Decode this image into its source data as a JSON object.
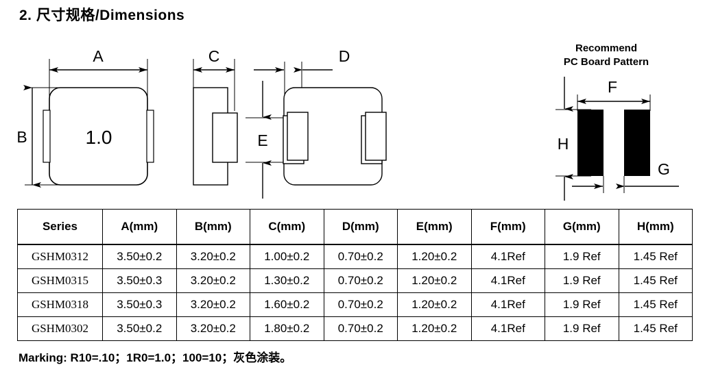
{
  "page": {
    "section_title": "2. 尺寸规格/Dimensions",
    "marking_note": "Marking: R10=.10；1R0=1.0；100=10；灰色涂装。"
  },
  "drawings": {
    "top_view": {
      "body_marking": "1.0",
      "label_a": "A",
      "label_b": "B"
    },
    "side_view": {
      "label_c": "C"
    },
    "bottom_view": {
      "label_d": "D",
      "label_e": "E"
    },
    "pcb_pattern": {
      "title_line1": "Recommend",
      "title_line2": "PC Board Pattern",
      "label_f": "F",
      "label_g": "G",
      "label_h": "H"
    }
  },
  "table": {
    "headers": [
      "Series",
      "A(mm)",
      "B(mm)",
      "C(mm)",
      "D(mm)",
      "E(mm)",
      "F(mm)",
      "G(mm)",
      "H(mm)"
    ],
    "rows": [
      {
        "series": "GSHM0312",
        "a": "3.50±0.2",
        "b": "3.20±0.2",
        "c": "1.00±0.2",
        "d": "0.70±0.2",
        "e": "1.20±0.2",
        "f": "4.1Ref",
        "g": "1.9 Ref",
        "h": "1.45 Ref"
      },
      {
        "series": "GSHM0315",
        "a": "3.50±0.3",
        "b": "3.20±0.2",
        "c": "1.30±0.2",
        "d": "0.70±0.2",
        "e": "1.20±0.2",
        "f": "4.1Ref",
        "g": "1.9 Ref",
        "h": "1.45 Ref"
      },
      {
        "series": "GSHM0318",
        "a": "3.50±0.3",
        "b": "3.20±0.2",
        "c": "1.60±0.2",
        "d": "0.70±0.2",
        "e": "1.20±0.2",
        "f": "4.1Ref",
        "g": "1.9 Ref",
        "h": "1.45 Ref"
      },
      {
        "series": "GSHM0302",
        "a": "3.50±0.2",
        "b": "3.20±0.2",
        "c": "1.80±0.2",
        "d": "0.70±0.2",
        "e": "1.20±0.2",
        "f": "4.1Ref",
        "g": "1.9 Ref",
        "h": "1.45 Ref"
      }
    ]
  },
  "colors": {
    "line": "#000000",
    "pad_fill": "#000000",
    "background": "#ffffff"
  }
}
